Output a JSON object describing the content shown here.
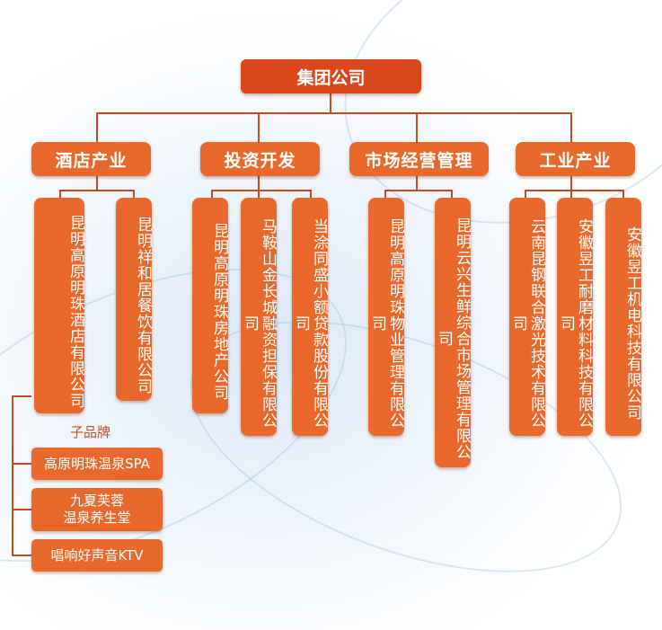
{
  "root": "集团公司",
  "categories": [
    "酒店产业",
    "投资开发",
    "市场经营管理",
    "工业产业"
  ],
  "companies": {
    "hotel": [
      "昆明高原明珠酒店有限公司",
      "昆明祥和居餐饮有限公司"
    ],
    "invest": [
      "昆明高原明珠房地产公司",
      "马鞍山金长城融资担保有限公司",
      "当涂同盛小额贷款股份有限公司"
    ],
    "market": [
      "昆明高原明珠物业管理有限公司",
      "昆明云兴生鲜综合市场管理有限公司"
    ],
    "industry": [
      "云南昆钢联合激光技术有限公司",
      "安徽昱工耐磨材料科技有限公司",
      "安徽昱工机电科技有限公司"
    ]
  },
  "sub_brand_label": "子品牌",
  "sub_brands": [
    "高原明珠温泉SPA",
    "九夏芙蓉\n温泉养生堂",
    "唱响好声音KTV"
  ],
  "colors": {
    "box": "#e8692b",
    "root": "#d9471a",
    "line": "#c44b1e"
  }
}
